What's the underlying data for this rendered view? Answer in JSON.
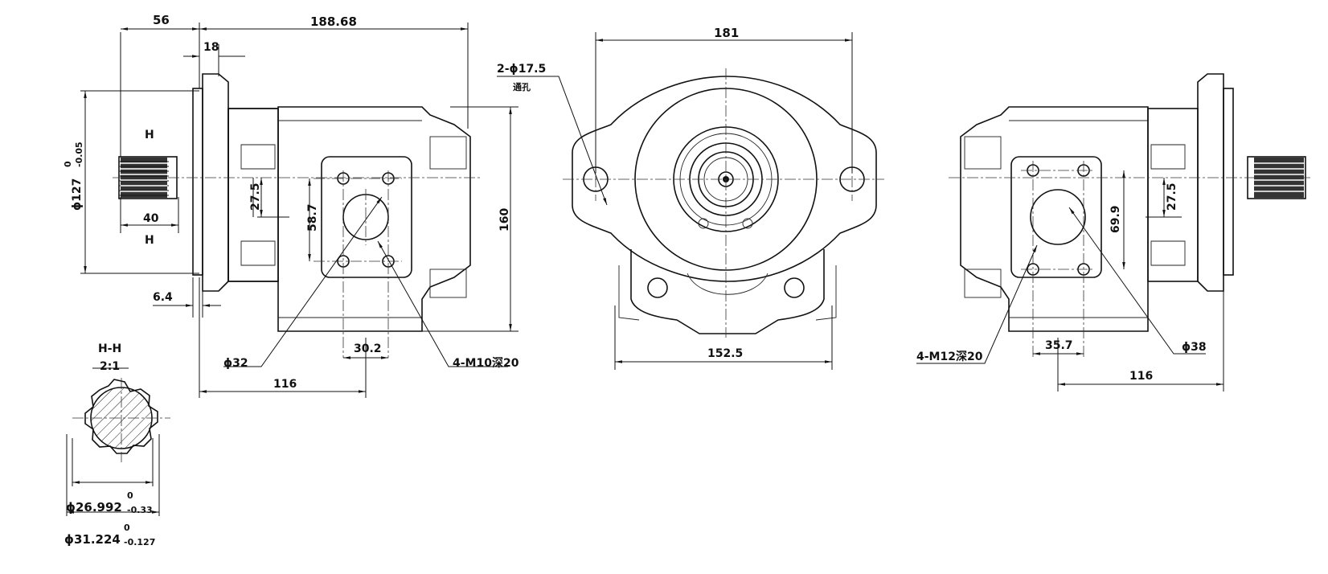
{
  "left_view": {
    "dim_56": "56",
    "dim_188": "188.68",
    "dim_18": "18",
    "dim_127_main": "ϕ127",
    "dim_127_tol_upper": "0",
    "dim_127_tol_lower": "-0.05",
    "section_mark_top": "H",
    "section_mark_bottom": "H",
    "dim_40": "40",
    "dim_27_5": "27.5",
    "dim_58_7": "58.7",
    "dim_160": "160",
    "dim_6_4": "6.4",
    "dim_30_2": "30.2",
    "dim_phi32": "ϕ32",
    "dim_116": "116",
    "callout_ports": "4-M10深20"
  },
  "front_view": {
    "dim_181": "181",
    "callout_holes": "2-ϕ17.5",
    "callout_holes_note": "通孔",
    "dim_152_5": "152.5"
  },
  "right_view": {
    "dim_27_5": "27.5",
    "dim_69_9": "69.9",
    "callout_ports": "4-M12深20",
    "dim_35_7": "35.7",
    "dim_phi38": "ϕ38",
    "dim_116": "116"
  },
  "section": {
    "title": "H-H",
    "scale": "2:1",
    "dim_minor_main": "ϕ26.992",
    "dim_minor_tol_upper": "0",
    "dim_minor_tol_lower": "-0.33",
    "dim_major_main": "ϕ31.224",
    "dim_major_tol_upper": "0",
    "dim_major_tol_lower": "-0.127"
  }
}
